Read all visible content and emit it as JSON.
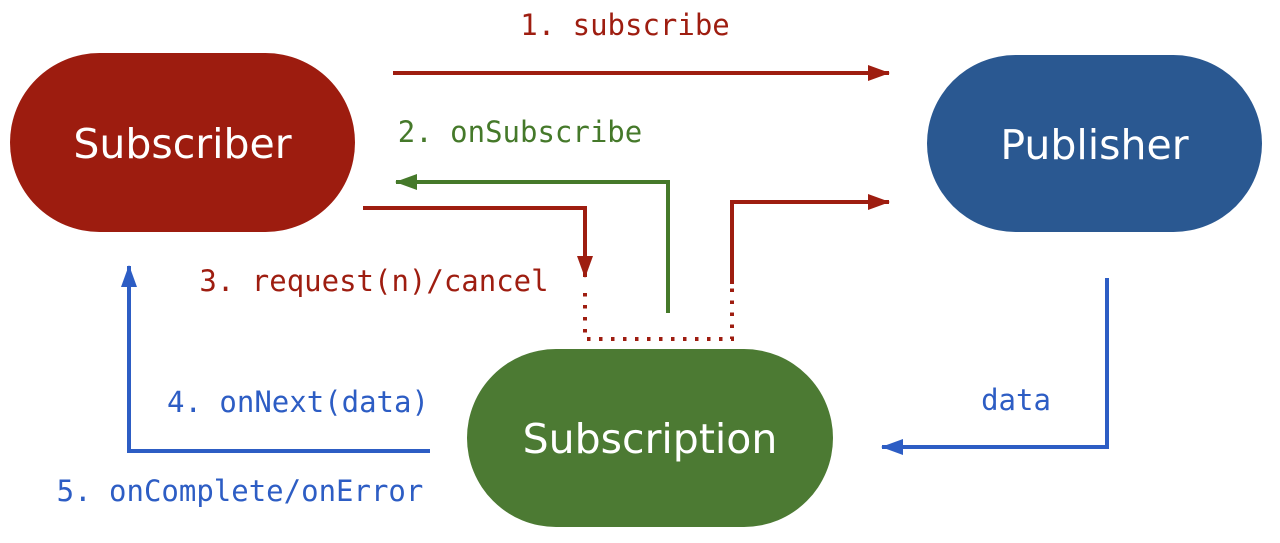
{
  "diagram": {
    "type": "flow-diagram",
    "background": "#ffffff",
    "nodes": [
      {
        "id": "subscriber",
        "label": "Subscriber",
        "color": "#9d1c0f",
        "text_color": "#ffffff"
      },
      {
        "id": "publisher",
        "label": "Publisher",
        "color": "#2a5891",
        "text_color": "#ffffff"
      },
      {
        "id": "subscription",
        "label": "Subscription",
        "color": "#4c7a33",
        "text_color": "#ffffff"
      }
    ],
    "edges": [
      {
        "label": "1. subscribe",
        "from": "Subscriber",
        "to": "Publisher",
        "color": "#9e1d10",
        "style": "solid"
      },
      {
        "label": "2. onSubscribe",
        "from": "Subscription",
        "to": "Subscriber",
        "color": "#45792a",
        "style": "solid"
      },
      {
        "label": "3. request(n)/cancel",
        "from": "Subscriber",
        "to": "Subscription",
        "color": "#9e1d10",
        "style": "solid-then-dotted"
      },
      {
        "label": "4. onNext(data)",
        "from": "Subscription",
        "to": "Subscriber",
        "color": "#2d5dc4",
        "style": "solid"
      },
      {
        "label": "5. onComplete/onError",
        "from": "Subscription",
        "to": "Subscriber",
        "color": "#2d5dc4",
        "style": "solid"
      },
      {
        "label": "data",
        "from": "Publisher",
        "to": "Subscription",
        "color": "#2d5dc4",
        "style": "solid"
      }
    ]
  }
}
